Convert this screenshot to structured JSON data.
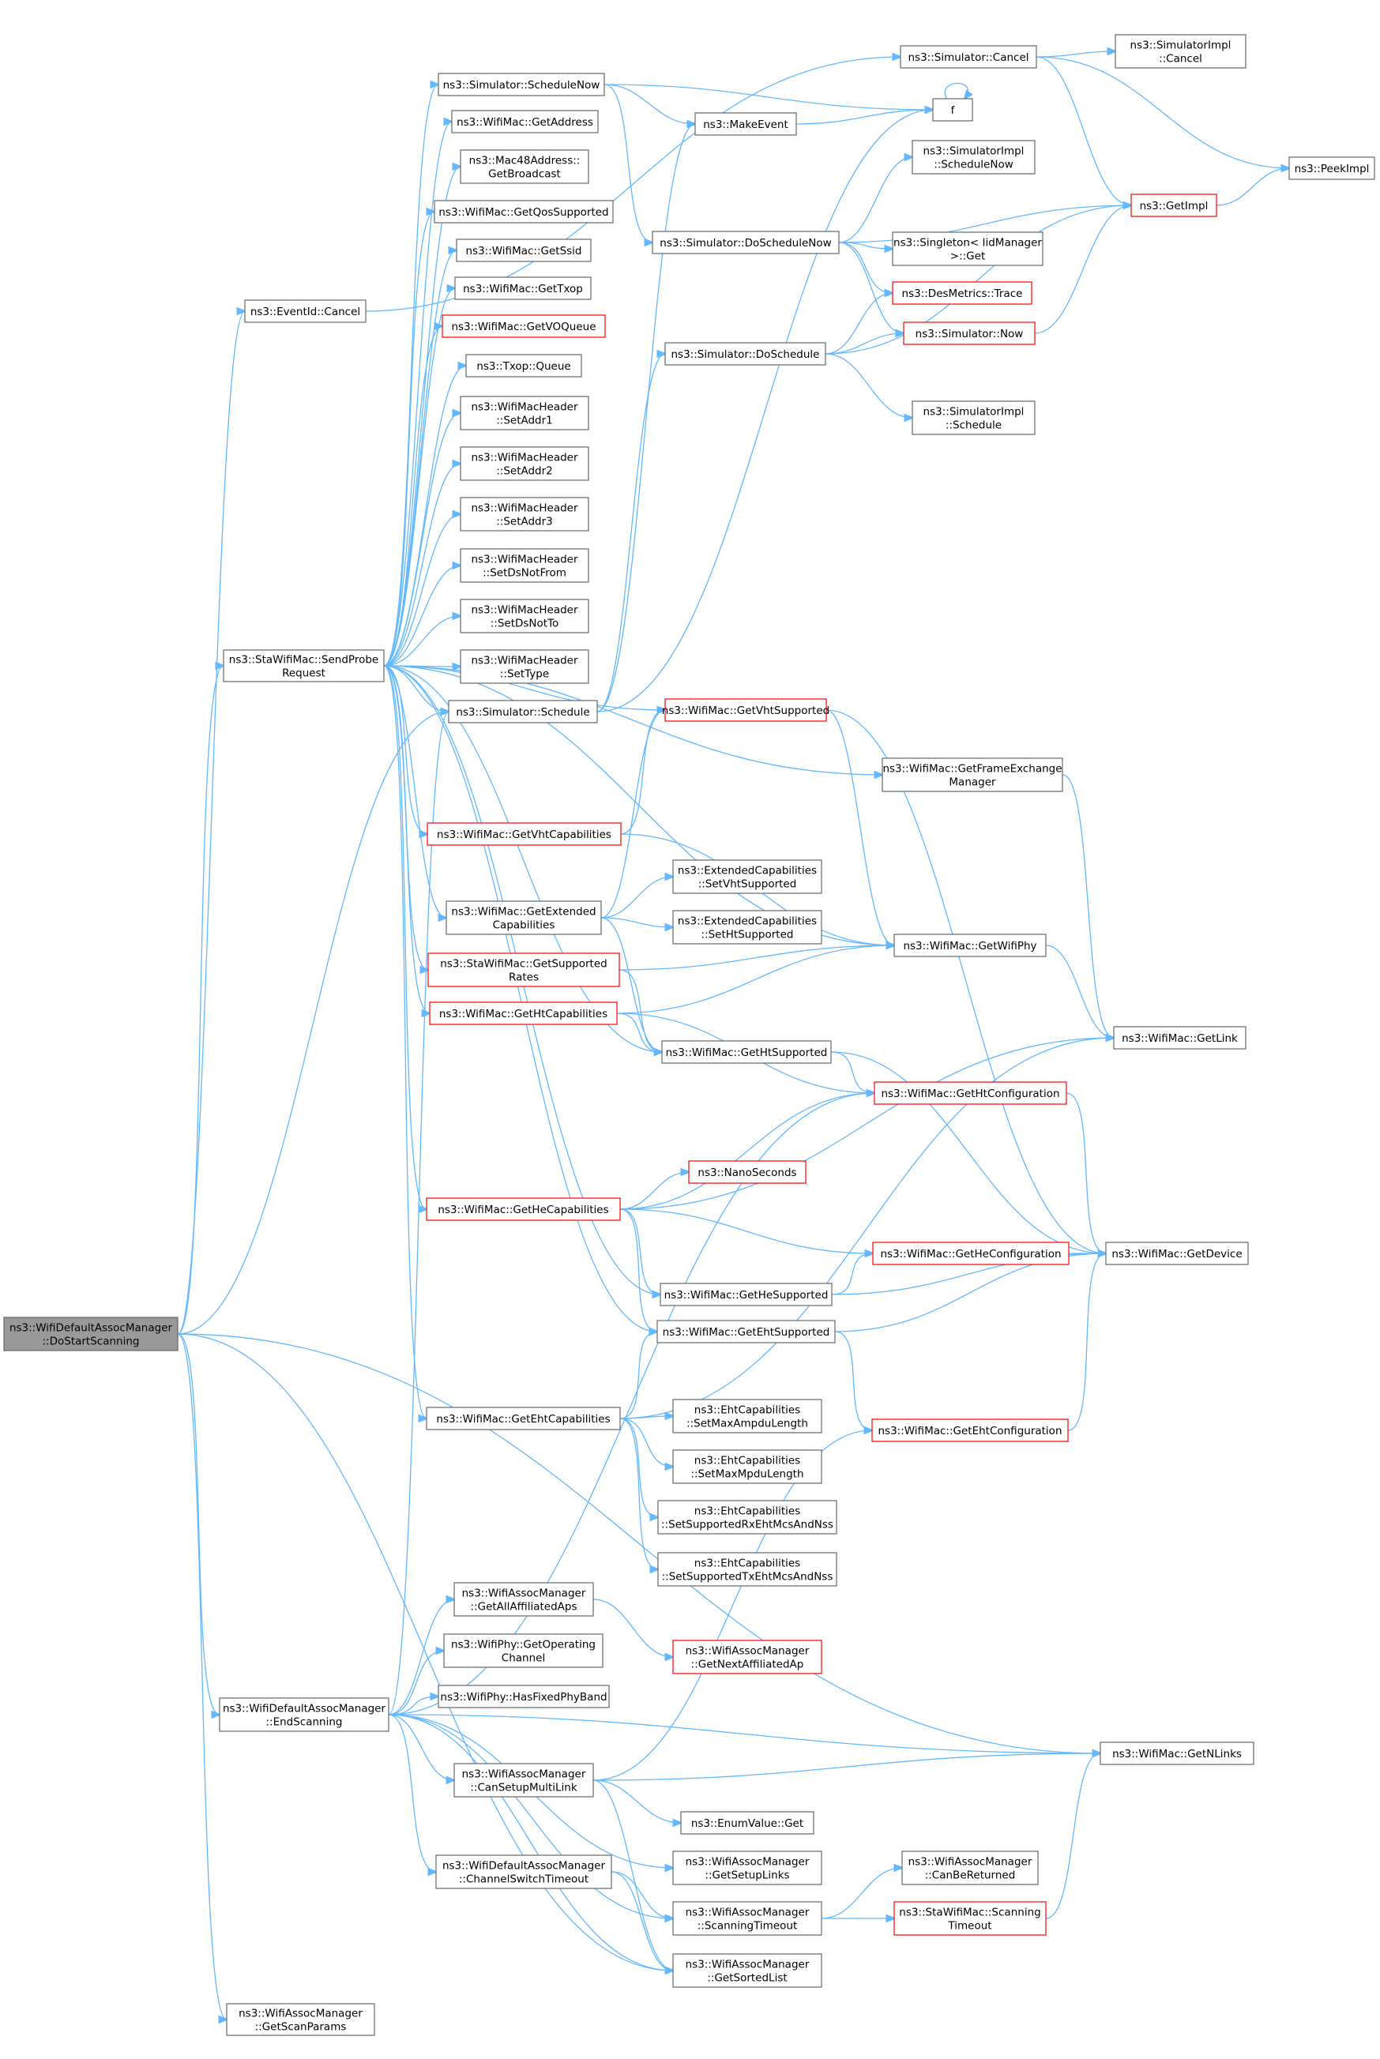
{
  "diagram": {
    "type": "call-graph",
    "colors": {
      "edge": "#63b8ff",
      "node_border": "#666666",
      "node_border_highlight": "#ff0000",
      "root_fill": "#999999"
    },
    "nodes": [
      {
        "id": "root",
        "lines": [
          "ns3::WifiDefaultAssocManager",
          "::DoStartScanning"
        ],
        "style": "root"
      },
      {
        "id": "evcancel",
        "lines": [
          "ns3::EventId::Cancel"
        ],
        "style": "normal"
      },
      {
        "id": "sendprobe",
        "lines": [
          "ns3::StaWifiMac::SendProbe",
          "Request"
        ],
        "style": "normal"
      },
      {
        "id": "endscan",
        "lines": [
          "ns3::WifiDefaultAssocManager",
          "::EndScanning"
        ],
        "style": "normal"
      },
      {
        "id": "getscanparams",
        "lines": [
          "ns3::WifiAssocManager",
          "::GetScanParams"
        ],
        "style": "normal"
      },
      {
        "id": "schednow",
        "lines": [
          "ns3::Simulator::ScheduleNow"
        ],
        "style": "normal"
      },
      {
        "id": "getaddr",
        "lines": [
          "ns3::WifiMac::GetAddress"
        ],
        "style": "normal"
      },
      {
        "id": "getbcast",
        "lines": [
          "ns3::Mac48Address::",
          "GetBroadcast"
        ],
        "style": "normal"
      },
      {
        "id": "qos",
        "lines": [
          "ns3::WifiMac::GetQosSupported"
        ],
        "style": "normal"
      },
      {
        "id": "ssid",
        "lines": [
          "ns3::WifiMac::GetSsid"
        ],
        "style": "normal"
      },
      {
        "id": "txop",
        "lines": [
          "ns3::WifiMac::GetTxop"
        ],
        "style": "normal"
      },
      {
        "id": "voq",
        "lines": [
          "ns3::WifiMac::GetVOQueue"
        ],
        "style": "red"
      },
      {
        "id": "txopq",
        "lines": [
          "ns3::Txop::Queue"
        ],
        "style": "normal"
      },
      {
        "id": "addr1",
        "lines": [
          "ns3::WifiMacHeader",
          "::SetAddr1"
        ],
        "style": "normal"
      },
      {
        "id": "addr2",
        "lines": [
          "ns3::WifiMacHeader",
          "::SetAddr2"
        ],
        "style": "normal"
      },
      {
        "id": "addr3",
        "lines": [
          "ns3::WifiMacHeader",
          "::SetAddr3"
        ],
        "style": "normal"
      },
      {
        "id": "dsfrom",
        "lines": [
          "ns3::WifiMacHeader",
          "::SetDsNotFrom"
        ],
        "style": "normal"
      },
      {
        "id": "dsto",
        "lines": [
          "ns3::WifiMacHeader",
          "::SetDsNotTo"
        ],
        "style": "normal"
      },
      {
        "id": "settype",
        "lines": [
          "ns3::WifiMacHeader",
          "::SetType"
        ],
        "style": "normal"
      },
      {
        "id": "sched",
        "lines": [
          "ns3::Simulator::Schedule"
        ],
        "style": "normal"
      },
      {
        "id": "vhtcap",
        "lines": [
          "ns3::WifiMac::GetVhtCapabilities"
        ],
        "style": "red"
      },
      {
        "id": "extcap",
        "lines": [
          "ns3::WifiMac::GetExtended",
          "Capabilities"
        ],
        "style": "normal"
      },
      {
        "id": "suprates",
        "lines": [
          "ns3::StaWifiMac::GetSupported",
          "Rates"
        ],
        "style": "red"
      },
      {
        "id": "htcap",
        "lines": [
          "ns3::WifiMac::GetHtCapabilities"
        ],
        "style": "red"
      },
      {
        "id": "hecap",
        "lines": [
          "ns3::WifiMac::GetHeCapabilities"
        ],
        "style": "red"
      },
      {
        "id": "ehtcap",
        "lines": [
          "ns3::WifiMac::GetEhtCapabilities"
        ],
        "style": "normal"
      },
      {
        "id": "allaff",
        "lines": [
          "ns3::WifiAssocManager",
          "::GetAllAffiliatedAps"
        ],
        "style": "normal"
      },
      {
        "id": "opchan",
        "lines": [
          "ns3::WifiPhy::GetOperating",
          "Channel"
        ],
        "style": "normal"
      },
      {
        "id": "fixedband",
        "lines": [
          "ns3::WifiPhy::HasFixedPhyBand"
        ],
        "style": "normal"
      },
      {
        "id": "canml",
        "lines": [
          "ns3::WifiAssocManager",
          "::CanSetupMultiLink"
        ],
        "style": "normal"
      },
      {
        "id": "chswitch",
        "lines": [
          "ns3::WifiDefaultAssocManager",
          "::ChannelSwitchTimeout"
        ],
        "style": "normal"
      },
      {
        "id": "simcancel",
        "lines": [
          "ns3::Simulator::Cancel"
        ],
        "style": "normal"
      },
      {
        "id": "makeevent",
        "lines": [
          "ns3::MakeEvent"
        ],
        "style": "normal"
      },
      {
        "id": "doschednow",
        "lines": [
          "ns3::Simulator::DoScheduleNow"
        ],
        "style": "normal"
      },
      {
        "id": "dosched",
        "lines": [
          "ns3::Simulator::DoSchedule"
        ],
        "style": "normal"
      },
      {
        "id": "vhtsup",
        "lines": [
          "ns3::WifiMac::GetVhtSupported"
        ],
        "style": "red"
      },
      {
        "id": "setvht",
        "lines": [
          "ns3::ExtendedCapabilities",
          "::SetVhtSupported"
        ],
        "style": "normal"
      },
      {
        "id": "setht",
        "lines": [
          "ns3::ExtendedCapabilities",
          "::SetHtSupported"
        ],
        "style": "normal"
      },
      {
        "id": "htsup",
        "lines": [
          "ns3::WifiMac::GetHtSupported"
        ],
        "style": "normal"
      },
      {
        "id": "nanosec",
        "lines": [
          "ns3::NanoSeconds"
        ],
        "style": "red"
      },
      {
        "id": "hesup",
        "lines": [
          "ns3::WifiMac::GetHeSupported"
        ],
        "style": "normal"
      },
      {
        "id": "ehtsup",
        "lines": [
          "ns3::WifiMac::GetEhtSupported"
        ],
        "style": "normal"
      },
      {
        "id": "setampdu",
        "lines": [
          "ns3::EhtCapabilities",
          "::SetMaxAmpduLength"
        ],
        "style": "normal"
      },
      {
        "id": "setmpdu",
        "lines": [
          "ns3::EhtCapabilities",
          "::SetMaxMpduLength"
        ],
        "style": "normal"
      },
      {
        "id": "setrx",
        "lines": [
          "ns3::EhtCapabilities",
          "::SetSupportedRxEhtMcsAndNss"
        ],
        "style": "normal"
      },
      {
        "id": "settx",
        "lines": [
          "ns3::EhtCapabilities",
          "::SetSupportedTxEhtMcsAndNss"
        ],
        "style": "normal"
      },
      {
        "id": "nextaff",
        "lines": [
          "ns3::WifiAssocManager",
          "::GetNextAffiliatedAp"
        ],
        "style": "red"
      },
      {
        "id": "enumget",
        "lines": [
          "ns3::EnumValue::Get"
        ],
        "style": "normal"
      },
      {
        "id": "setuplinks",
        "lines": [
          "ns3::WifiAssocManager",
          "::GetSetupLinks"
        ],
        "style": "normal"
      },
      {
        "id": "scantimeout",
        "lines": [
          "ns3::WifiAssocManager",
          "::ScanningTimeout"
        ],
        "style": "normal"
      },
      {
        "id": "sorted",
        "lines": [
          "ns3::WifiAssocManager",
          "::GetSortedList"
        ],
        "style": "normal"
      },
      {
        "id": "implcancel",
        "lines": [
          "ns3::SimulatorImpl",
          "::Cancel"
        ],
        "style": "normal"
      },
      {
        "id": "f",
        "lines": [
          "f"
        ],
        "style": "normal"
      },
      {
        "id": "implschednow",
        "lines": [
          "ns3::SimulatorImpl",
          "::ScheduleNow"
        ],
        "style": "normal"
      },
      {
        "id": "getimpl",
        "lines": [
          "ns3::GetImpl"
        ],
        "style": "red"
      },
      {
        "id": "singleton",
        "lines": [
          "ns3::Singleton< IidManager",
          " >::Get"
        ],
        "style": "normal"
      },
      {
        "id": "desmetrics",
        "lines": [
          "ns3::DesMetrics::Trace"
        ],
        "style": "red"
      },
      {
        "id": "now",
        "lines": [
          "ns3::Simulator::Now"
        ],
        "style": "red"
      },
      {
        "id": "implsched",
        "lines": [
          "ns3::SimulatorImpl",
          "::Schedule"
        ],
        "style": "normal"
      },
      {
        "id": "frameex",
        "lines": [
          "ns3::WifiMac::GetFrameExchange",
          "Manager"
        ],
        "style": "normal"
      },
      {
        "id": "wifiphy",
        "lines": [
          "ns3::WifiMac::GetWifiPhy"
        ],
        "style": "normal"
      },
      {
        "id": "htconf",
        "lines": [
          "ns3::WifiMac::GetHtConfiguration"
        ],
        "style": "red"
      },
      {
        "id": "heconf",
        "lines": [
          "ns3::WifiMac::GetHeConfiguration"
        ],
        "style": "red"
      },
      {
        "id": "ehtconf",
        "lines": [
          "ns3::WifiMac::GetEhtConfiguration"
        ],
        "style": "red"
      },
      {
        "id": "canberet",
        "lines": [
          "ns3::WifiAssocManager",
          "::CanBeReturned"
        ],
        "style": "normal"
      },
      {
        "id": "stascan",
        "lines": [
          "ns3::StaWifiMac::Scanning",
          "Timeout"
        ],
        "style": "red"
      },
      {
        "id": "peekimpl",
        "lines": [
          "ns3::PeekImpl"
        ],
        "style": "normal"
      },
      {
        "id": "getlink",
        "lines": [
          "ns3::WifiMac::GetLink"
        ],
        "style": "normal"
      },
      {
        "id": "getdevice",
        "lines": [
          "ns3::WifiMac::GetDevice"
        ],
        "style": "normal"
      },
      {
        "id": "getnlinks",
        "lines": [
          "ns3::WifiMac::GetNLinks"
        ],
        "style": "normal"
      }
    ],
    "edges": [
      [
        "root",
        "evcancel"
      ],
      [
        "root",
        "sendprobe"
      ],
      [
        "root",
        "endscan"
      ],
      [
        "root",
        "getscanparams"
      ],
      [
        "root",
        "sched"
      ],
      [
        "root",
        "getnlinks"
      ],
      [
        "root",
        "sorted"
      ],
      [
        "evcancel",
        "simcancel"
      ],
      [
        "sendprobe",
        "schednow"
      ],
      [
        "sendprobe",
        "getaddr"
      ],
      [
        "sendprobe",
        "getbcast"
      ],
      [
        "sendprobe",
        "qos"
      ],
      [
        "sendprobe",
        "ssid"
      ],
      [
        "sendprobe",
        "txop"
      ],
      [
        "sendprobe",
        "voq"
      ],
      [
        "sendprobe",
        "txopq"
      ],
      [
        "sendprobe",
        "addr1"
      ],
      [
        "sendprobe",
        "addr2"
      ],
      [
        "sendprobe",
        "addr3"
      ],
      [
        "sendprobe",
        "dsfrom"
      ],
      [
        "sendprobe",
        "dsto"
      ],
      [
        "sendprobe",
        "settype"
      ],
      [
        "sendprobe",
        "sched"
      ],
      [
        "sendprobe",
        "vhtcap"
      ],
      [
        "sendprobe",
        "extcap"
      ],
      [
        "sendprobe",
        "suprates"
      ],
      [
        "sendprobe",
        "htcap"
      ],
      [
        "sendprobe",
        "hecap"
      ],
      [
        "sendprobe",
        "ehtcap"
      ],
      [
        "sendprobe",
        "frameex"
      ],
      [
        "sendprobe",
        "vhtsup"
      ],
      [
        "sendprobe",
        "htsup"
      ],
      [
        "sendprobe",
        "hesup"
      ],
      [
        "sendprobe",
        "ehtsup"
      ],
      [
        "sendprobe",
        "wifiphy"
      ],
      [
        "endscan",
        "sched"
      ],
      [
        "endscan",
        "allaff"
      ],
      [
        "endscan",
        "opchan"
      ],
      [
        "endscan",
        "fixedband"
      ],
      [
        "endscan",
        "canml"
      ],
      [
        "endscan",
        "chswitch"
      ],
      [
        "endscan",
        "setuplinks"
      ],
      [
        "endscan",
        "scantimeout"
      ],
      [
        "endscan",
        "sorted"
      ],
      [
        "endscan",
        "getnlinks"
      ],
      [
        "endscan",
        "htconf"
      ],
      [
        "schednow",
        "makeevent"
      ],
      [
        "schednow",
        "f"
      ],
      [
        "schednow",
        "doschednow"
      ],
      [
        "sched",
        "makeevent"
      ],
      [
        "sched",
        "f"
      ],
      [
        "sched",
        "dosched"
      ],
      [
        "simcancel",
        "implcancel"
      ],
      [
        "simcancel",
        "getimpl"
      ],
      [
        "simcancel",
        "peekimpl"
      ],
      [
        "makeevent",
        "f"
      ],
      [
        "f",
        "f"
      ],
      [
        "doschednow",
        "implschednow"
      ],
      [
        "doschednow",
        "getimpl"
      ],
      [
        "doschednow",
        "singleton"
      ],
      [
        "doschednow",
        "desmetrics"
      ],
      [
        "doschednow",
        "now"
      ],
      [
        "dosched",
        "desmetrics"
      ],
      [
        "dosched",
        "now"
      ],
      [
        "dosched",
        "implsched"
      ],
      [
        "dosched",
        "getimpl"
      ],
      [
        "now",
        "getimpl"
      ],
      [
        "getimpl",
        "peekimpl"
      ],
      [
        "vhtcap",
        "vhtsup"
      ],
      [
        "vhtcap",
        "wifiphy"
      ],
      [
        "vhtsup",
        "wifiphy"
      ],
      [
        "vhtsup",
        "getdevice"
      ],
      [
        "extcap",
        "setvht"
      ],
      [
        "extcap",
        "setht"
      ],
      [
        "extcap",
        "vhtsup"
      ],
      [
        "extcap",
        "htsup"
      ],
      [
        "suprates",
        "wifiphy"
      ],
      [
        "suprates",
        "htsup"
      ],
      [
        "htcap",
        "htsup"
      ],
      [
        "htcap",
        "wifiphy"
      ],
      [
        "htcap",
        "htconf"
      ],
      [
        "htsup",
        "htconf"
      ],
      [
        "htsup",
        "getdevice"
      ],
      [
        "htconf",
        "getdevice"
      ],
      [
        "hecap",
        "nanosec"
      ],
      [
        "hecap",
        "htconf"
      ],
      [
        "hecap",
        "heconf"
      ],
      [
        "hecap",
        "hesup"
      ],
      [
        "hecap",
        "ehtsup"
      ],
      [
        "hecap",
        "getlink"
      ],
      [
        "hesup",
        "heconf"
      ],
      [
        "hesup",
        "getdevice"
      ],
      [
        "heconf",
        "getdevice"
      ],
      [
        "ehtsup",
        "ehtconf"
      ],
      [
        "ehtsup",
        "getdevice"
      ],
      [
        "ehtconf",
        "getdevice"
      ],
      [
        "ehtcap",
        "ehtsup"
      ],
      [
        "ehtcap",
        "setampdu"
      ],
      [
        "ehtcap",
        "setmpdu"
      ],
      [
        "ehtcap",
        "setrx"
      ],
      [
        "ehtcap",
        "settx"
      ],
      [
        "ehtcap",
        "getlink"
      ],
      [
        "frameex",
        "getlink"
      ],
      [
        "wifiphy",
        "getlink"
      ],
      [
        "allaff",
        "nextaff"
      ],
      [
        "canml",
        "getnlinks"
      ],
      [
        "canml",
        "enumget"
      ],
      [
        "canml",
        "ehtconf"
      ],
      [
        "canml",
        "sorted"
      ],
      [
        "chswitch",
        "scantimeout"
      ],
      [
        "chswitch",
        "sorted"
      ],
      [
        "scantimeout",
        "canberet"
      ],
      [
        "scantimeout",
        "stascan"
      ],
      [
        "stascan",
        "getnlinks"
      ]
    ]
  }
}
